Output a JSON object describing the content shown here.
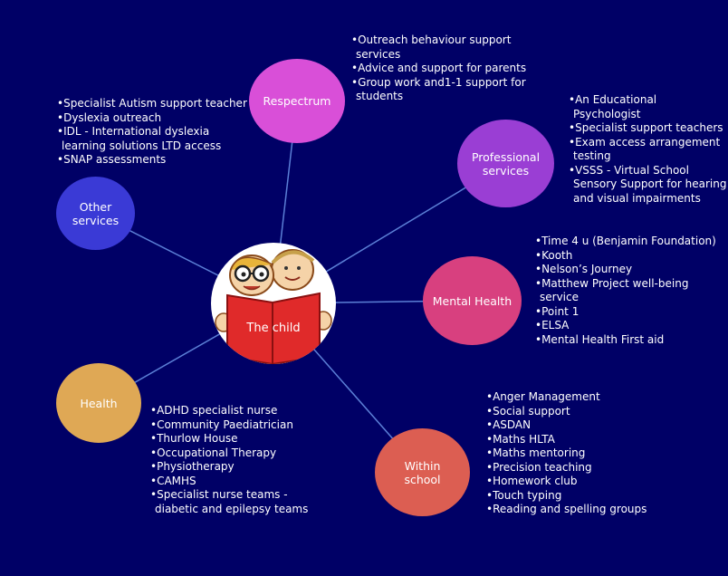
{
  "center": {
    "label": "The child"
  },
  "nodes": [
    {
      "id": "respectrum",
      "label": "Respectrum",
      "color": "#d94fd8",
      "items": [
        "Outreach behaviour support services",
        "Advice and support for parents",
        "Group work and1-1 support for students"
      ]
    },
    {
      "id": "professional",
      "label": "Professional services",
      "color": "#9a3ed4",
      "items": [
        "An Educational Psychologist",
        "Specialist support teachers",
        "Exam access arrangement testing",
        "VSSS - Virtual School Sensory Support for hearing and visual impairments"
      ]
    },
    {
      "id": "mental-health",
      "label": "Mental Health",
      "color": "#d8407f",
      "items": [
        "Time 4 u (Benjamin Foundation)",
        "Kooth",
        "Nelson’s Journey",
        "Matthew Project well-being service",
        "Point 1",
        "ELSA",
        "Mental Health First aid"
      ]
    },
    {
      "id": "within-school",
      "label": "Within school",
      "color": "#dc5e52",
      "items": [
        "Anger Management",
        "Social support",
        "ASDAN",
        "Maths HLTA",
        "Maths mentoring",
        "Precision teaching",
        "Homework club",
        "Touch typing",
        "Reading and spelling groups"
      ]
    },
    {
      "id": "health",
      "label": "Health",
      "color": "#dfa855",
      "items": [
        "ADHD specialist nurse",
        "Community Paediatrician",
        "Thurlow House",
        "Occupational  Therapy",
        "Physiotherapy",
        "CAMHS",
        "Specialist nurse teams - diabetic and epilepsy teams"
      ]
    },
    {
      "id": "other",
      "label": "Other services",
      "color": "#3a3ad6",
      "items": [
        "Specialist Autism support teacher",
        "Dyslexia outreach",
        "IDL - International dyslexia learning solutions LTD access",
        "SNAP assessments"
      ]
    }
  ],
  "colors": {
    "background": "#000066",
    "connector": "#5b7fd6"
  }
}
